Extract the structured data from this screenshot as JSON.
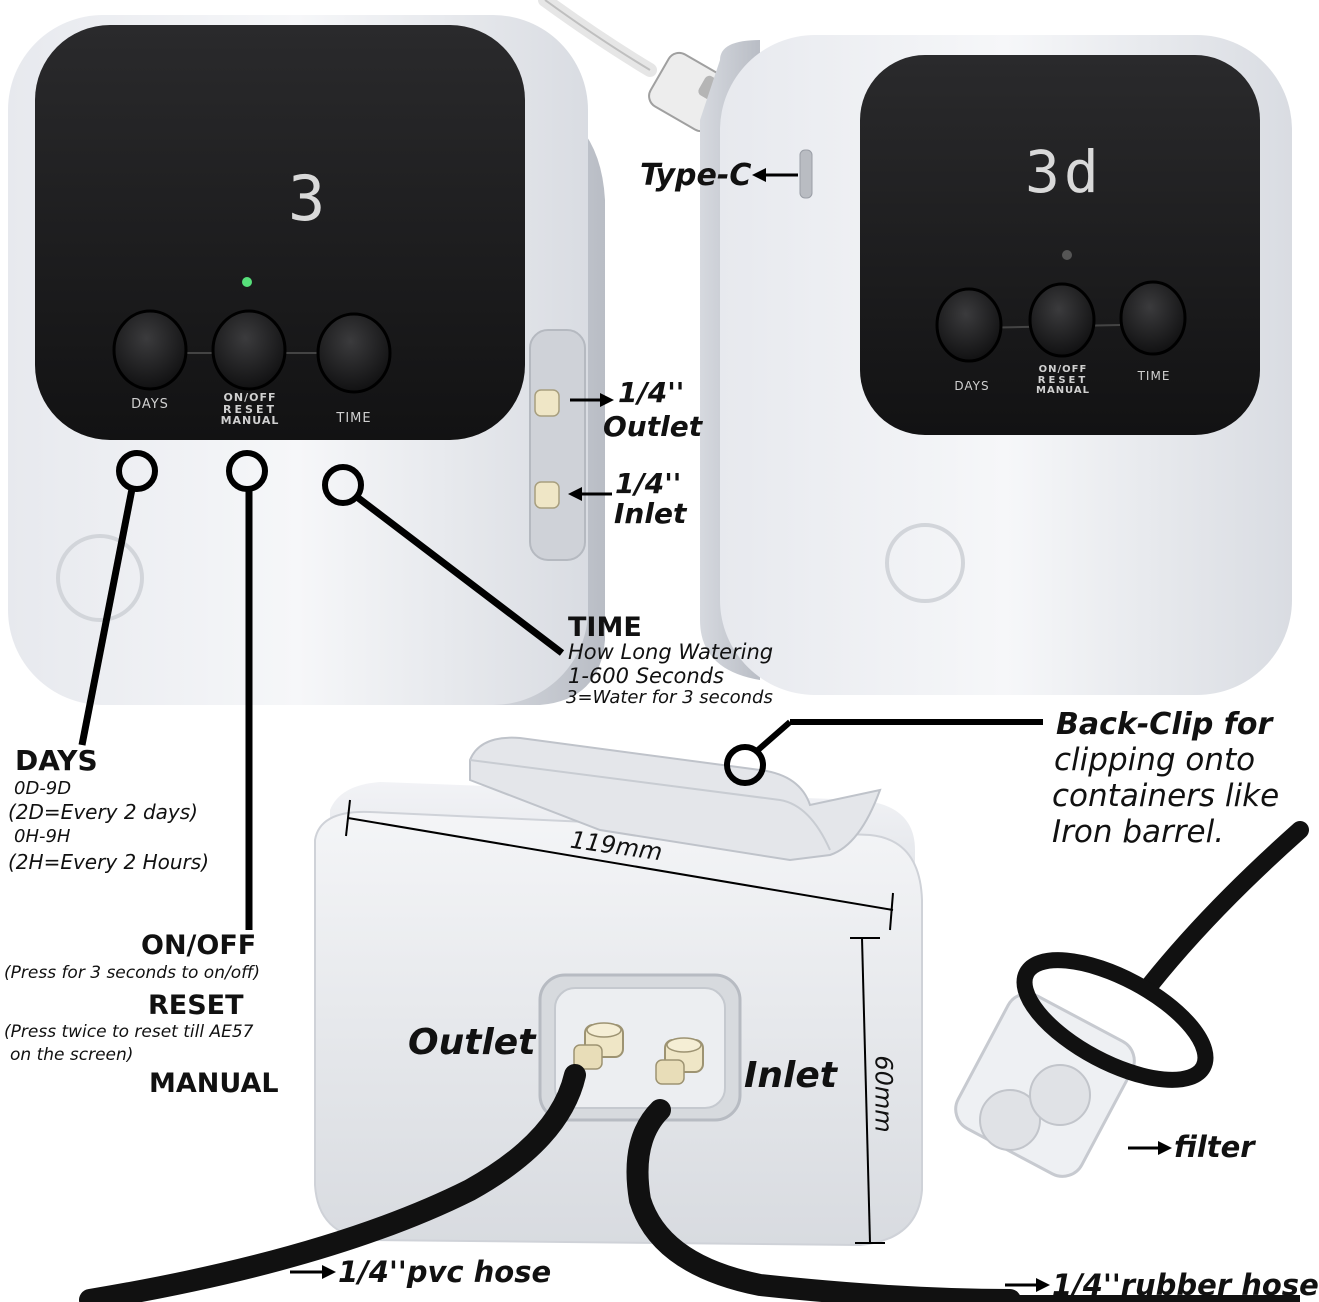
{
  "device_left": {
    "display_value": "3",
    "buttons": {
      "days": "DAYS",
      "onoff_line1": "ON/OFF",
      "onoff_line2": "RESET",
      "onoff_line3": "MANUAL",
      "time": "TIME"
    }
  },
  "device_right": {
    "display_value": "3d",
    "buttons": {
      "days": "DAYS",
      "onoff_line1": "ON/OFF",
      "onoff_line2": "RESET",
      "onoff_line3": "MANUAL",
      "time": "TIME"
    }
  },
  "callouts": {
    "type_c": "Type-C",
    "outlet_port_size": "1/4''",
    "outlet_port": "Outlet",
    "inlet_port_size": "1/4''",
    "inlet_port": "Inlet",
    "time_title": "TIME",
    "time_line1": "How Long Watering",
    "time_line2": "1-600 Seconds",
    "time_line3": "3=Water for 3 seconds",
    "days_title": "DAYS",
    "days_line1": "0D-9D",
    "days_line2": "(2D=Every 2 days)",
    "days_line3": "0H-9H",
    "days_line4": "(2H=Every 2 Hours)",
    "onoff_title": "ON/OFF",
    "onoff_desc": "(Press for 3 seconds to on/off)",
    "reset_title": "RESET",
    "reset_desc1": "(Press twice to reset till AE57",
    "reset_desc2": "on the screen)",
    "manual_title": "MANUAL",
    "backclip_title": "Back-Clip for",
    "backclip_line1": "clipping onto",
    "backclip_line2": "containers like",
    "backclip_line3": "Iron barrel.",
    "width_dim": "119mm",
    "height_dim": "60mm",
    "bottom_outlet": "Outlet",
    "bottom_inlet": "Inlet",
    "filter": "filter",
    "pvc_hose": "1/4''pvc hose",
    "rubber_hose": "1/4''rubber hose"
  },
  "colors": {
    "body_white": "#eceef1",
    "panel_dark": "#1d1d1f",
    "led_green": "#57e07a"
  }
}
